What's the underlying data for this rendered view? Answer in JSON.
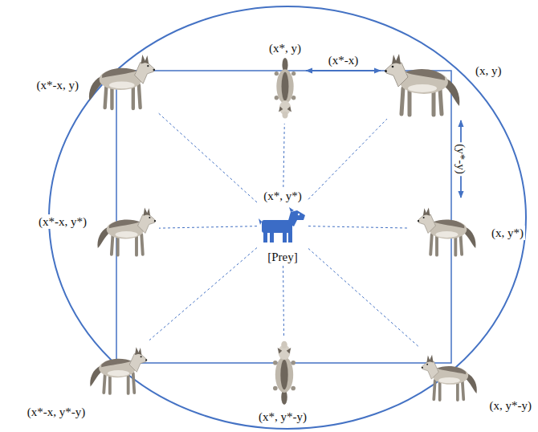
{
  "diagram": {
    "nodes": [
      {
        "text": [
          "(x*, y)"
        ]
      },
      {
        "text": [
          "(x*-x, y)"
        ]
      },
      {
        "text": [
          "(x, y)"
        ]
      },
      {
        "text": [
          "(x*-x, y*)"
        ]
      },
      {
        "text": [
          "(x*, y*)",
          "[Prey]"
        ]
      },
      {
        "text": [
          "(x, y*)"
        ]
      },
      {
        "text": [
          "(x*-x, y*-y)"
        ]
      },
      {
        "text": [
          "(x*, y*-y)"
        ]
      },
      {
        "text": [
          "(x, y*-y)"
        ]
      }
    ],
    "edges": [
      {
        "from": 0,
        "to": 2,
        "label": "(x*-x)",
        "arrow": "both"
      },
      {
        "from": 2,
        "to": 5,
        "label": "(y*-y)",
        "arrow": "both"
      },
      {
        "from": 4,
        "to": 0,
        "arrow": "none"
      },
      {
        "from": 4,
        "to": 1,
        "arrow": "none"
      },
      {
        "from": 4,
        "to": 2,
        "arrow": "none"
      },
      {
        "from": 4,
        "to": 3,
        "arrow": "none"
      },
      {
        "from": 4,
        "to": 5,
        "arrow": "none"
      },
      {
        "from": 4,
        "to": 6,
        "arrow": "none"
      },
      {
        "from": 4,
        "to": 7,
        "arrow": "none"
      },
      {
        "from": 4,
        "to": 8,
        "arrow": "none"
      }
    ]
  }
}
